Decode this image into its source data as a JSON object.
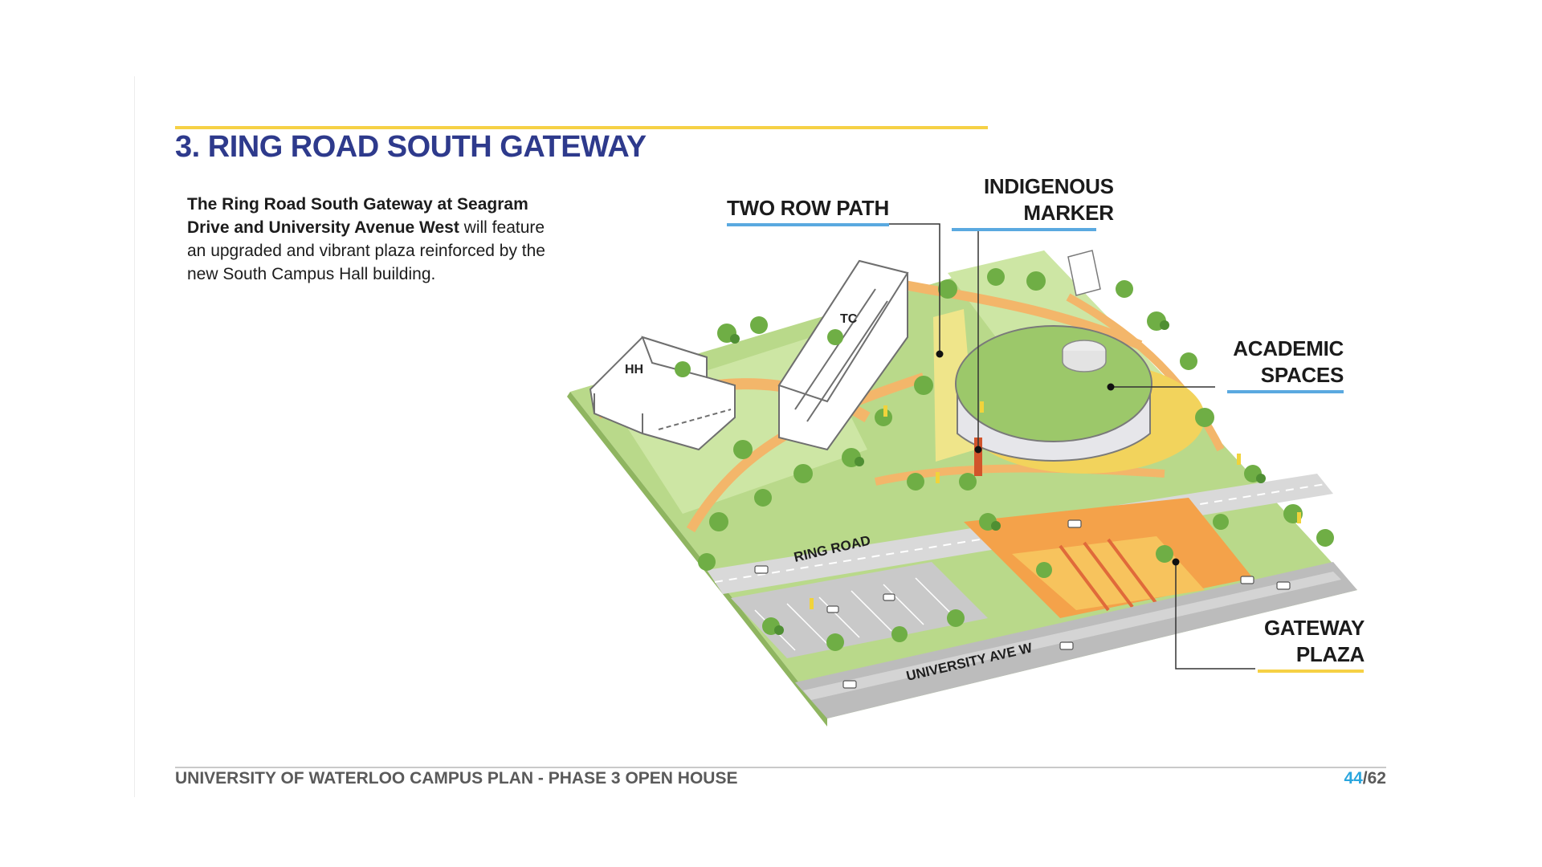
{
  "slide": {
    "title": "3. RING ROAD SOUTH GATEWAY",
    "intro_bold": "The Ring Road South Gateway at Seagram Drive and University Avenue West",
    "intro_rest": " will feature an upgraded and vibrant plaza reinforced by the new South Campus Hall building."
  },
  "diagram": {
    "callouts": {
      "two_row_path": "TWO ROW PATH",
      "indigenous_marker_1": "INDIGENOUS",
      "indigenous_marker_2": "MARKER",
      "academic_spaces_1": "ACADEMIC",
      "academic_spaces_2": "SPACES",
      "gateway_plaza_1": "GATEWAY",
      "gateway_plaza_2": "PLAZA"
    },
    "building_labels": {
      "hh": "HH",
      "tc": "TC"
    },
    "road_labels": {
      "ring_road": "RING ROAD",
      "university_ave": "UNIVERSITY AVE W"
    }
  },
  "footer": {
    "title": "UNIVERSITY OF WATERLOO CAMPUS PLAN - PHASE 3 OPEN HOUSE",
    "page_current": "44",
    "page_total": "/62"
  },
  "colors": {
    "title": "#2e3a8c",
    "accent_yellow": "#f6d145",
    "accent_blue": "#5aa9e0",
    "page_highlight": "#2aa6de"
  }
}
